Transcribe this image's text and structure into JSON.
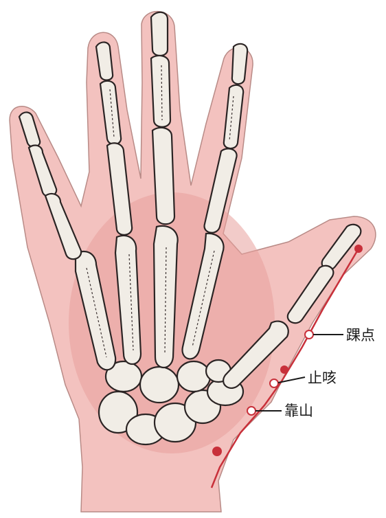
{
  "colors": {
    "skin": "#f3c2bf",
    "meridian": "#c8303a",
    "bone": "#f1ede6",
    "outline": "#2b2424"
  },
  "points": [
    {
      "label": "踝点"
    },
    {
      "label": "止咳"
    },
    {
      "label": "靠山"
    }
  ]
}
